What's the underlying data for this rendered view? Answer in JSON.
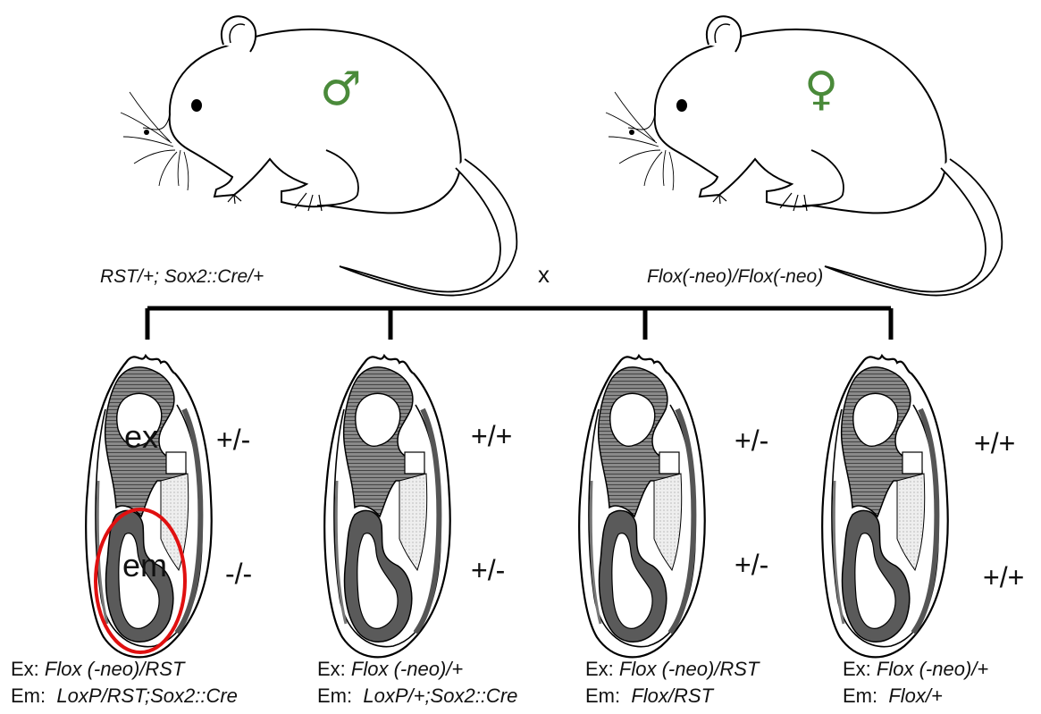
{
  "parents": {
    "male": {
      "symbol": "♂",
      "genotype": "RST/+; Sox2::Cre/+"
    },
    "female": {
      "symbol": "♀",
      "genotype": "Flox(-neo)/Flox(-neo)"
    },
    "cross_symbol": "x"
  },
  "embryos": [
    {
      "ex_tag": "ex",
      "em_tag": "em",
      "ex_genotype": "+/-",
      "em_genotype": "-/-",
      "caption_ex_prefix": "Ex: ",
      "caption_ex": "Flox (-neo)/RST",
      "caption_em_prefix": "Em:  ",
      "caption_em": "LoxP/RST;Sox2::Cre",
      "highlighted": true
    },
    {
      "ex_genotype": "+/+",
      "em_genotype": "+/-",
      "caption_ex_prefix": "Ex: ",
      "caption_ex": "Flox (-neo)/+",
      "caption_em_prefix": "Em:  ",
      "caption_em": "LoxP/+;Sox2::Cre",
      "highlighted": false
    },
    {
      "ex_genotype": "+/-",
      "em_genotype": "+/-",
      "caption_ex_prefix": "Ex: ",
      "caption_ex": "Flox (-neo)/RST",
      "caption_em_prefix": "Em:  ",
      "caption_em": "Flox/RST",
      "highlighted": false
    },
    {
      "ex_genotype": "+/+",
      "em_genotype": "+/+",
      "caption_ex_prefix": "Ex: ",
      "caption_ex": "Flox (-neo)/+",
      "caption_em_prefix": "Em:  ",
      "caption_em": "Flox/+",
      "highlighted": false
    }
  ],
  "colors": {
    "highlight": "#e01010",
    "sex_symbol": "#4a8a3a",
    "tissue_dark": "#555555",
    "tissue_light": "#dcdcdc"
  }
}
